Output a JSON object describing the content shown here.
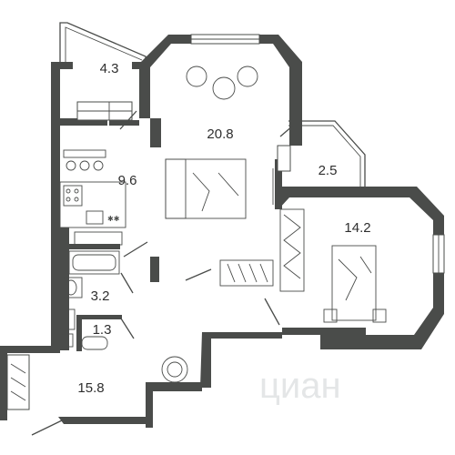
{
  "rooms": [
    {
      "id": "loggia-top",
      "area": "4.3"
    },
    {
      "id": "living-room",
      "area": "20.8"
    },
    {
      "id": "kitchen",
      "area": "9.6"
    },
    {
      "id": "balcony-right",
      "area": "2.5"
    },
    {
      "id": "bedroom",
      "area": "14.2"
    },
    {
      "id": "bathroom",
      "area": "3.2"
    },
    {
      "id": "toilet",
      "area": "1.3"
    },
    {
      "id": "hallway",
      "area": "15.8"
    }
  ],
  "watermark": {
    "text": "циан"
  },
  "colors": {
    "wall": "#4a4c4a",
    "background": "#ffffff",
    "label": "#2e2e2e",
    "watermark": "#cfd2d4"
  }
}
